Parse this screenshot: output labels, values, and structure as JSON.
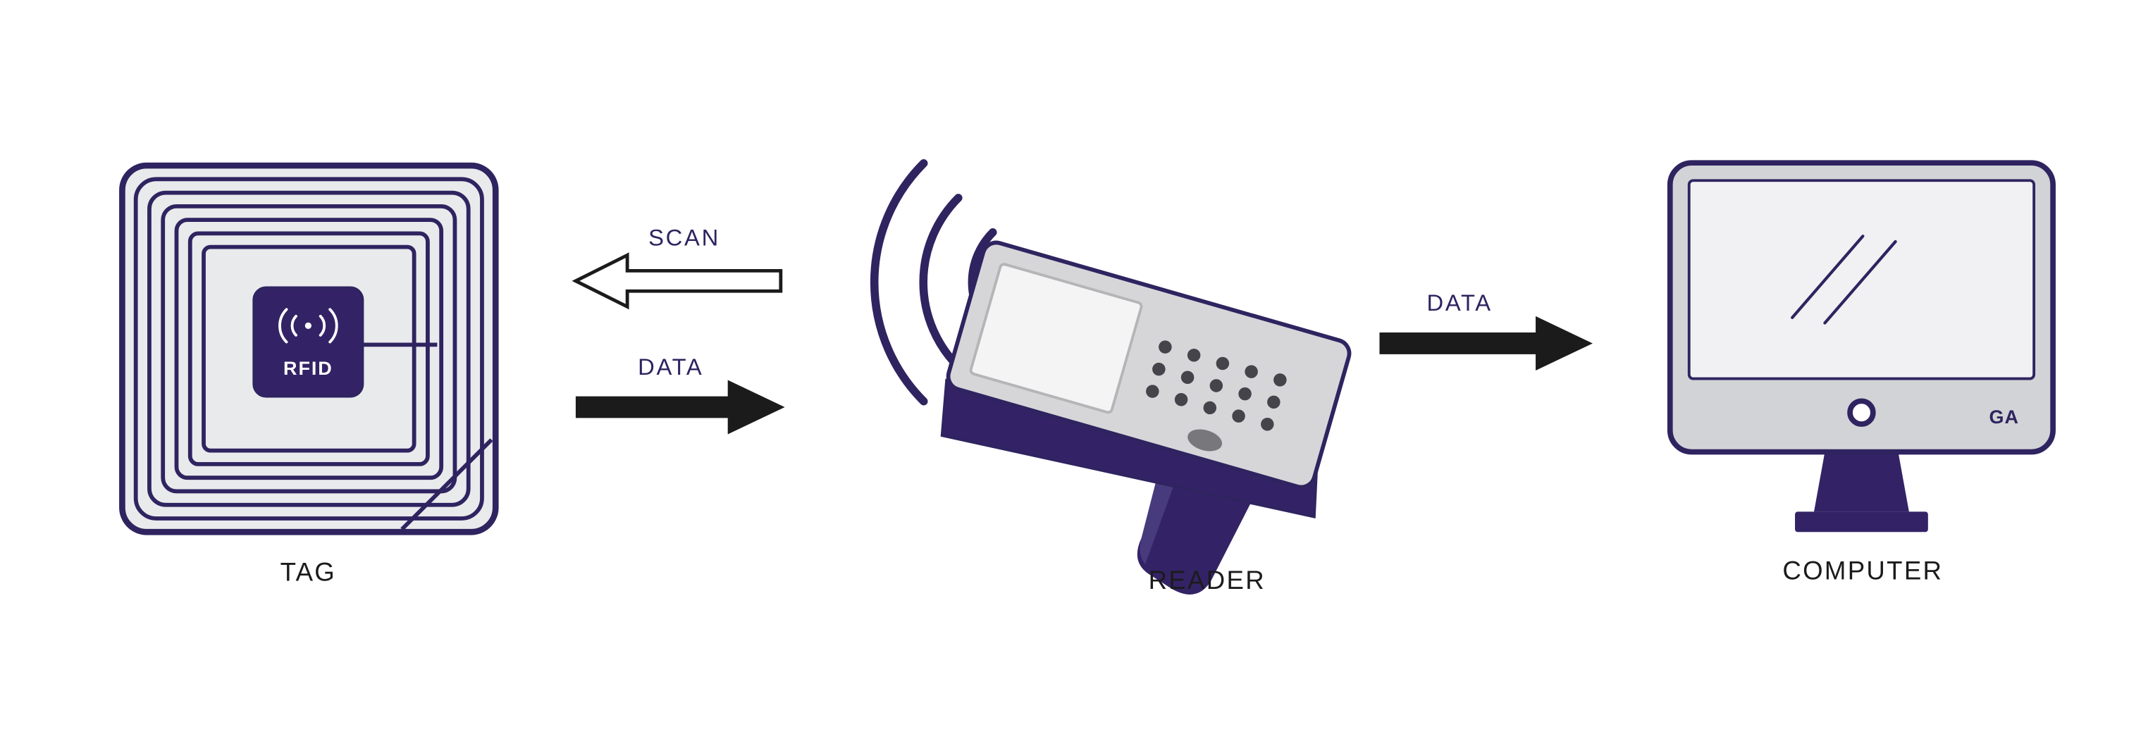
{
  "title": "RFID system diagram",
  "colors": {
    "purple": "#332366",
    "outline_navy": "#2f2460",
    "arrow_black": "#1b1b1b",
    "tag_fill": "#e9eaec",
    "device_gray": "#d6d6d9",
    "screen_light": "#f1f1f3"
  },
  "nodes": {
    "tag": {
      "label": "TAG",
      "chip_text": "RFID"
    },
    "reader": {
      "label": "READER"
    },
    "computer": {
      "label": "COMPUTER",
      "logo_text": "GA"
    }
  },
  "edges": {
    "scan": {
      "label": "SCAN",
      "from": "reader",
      "to": "tag",
      "direction": "left",
      "style": "outline"
    },
    "data_tag_reader": {
      "label": "DATA",
      "from": "tag",
      "to": "reader",
      "direction": "right",
      "style": "solid"
    },
    "data_reader_computer": {
      "label": "DATA",
      "from": "reader",
      "to": "computer",
      "direction": "right",
      "style": "solid"
    }
  }
}
